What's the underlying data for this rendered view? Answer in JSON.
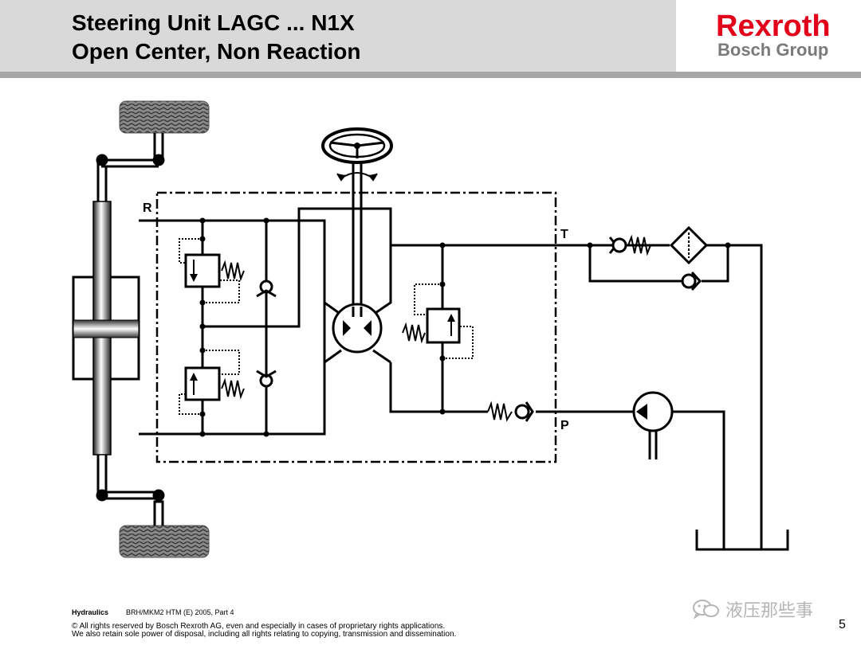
{
  "header": {
    "title_line1": "Steering Unit LAGC ... N1X",
    "title_line2": "Open Center, Non Reaction",
    "brand_name": "Rexroth",
    "brand_sub": "Bosch Group"
  },
  "diagram": {
    "port_r": "R",
    "port_t": "T",
    "port_p": "P"
  },
  "footer": {
    "hydraulics": "Hydraulics",
    "reference": "BRH/MKM2  HTM (E) 2005, Part 4",
    "copyright_line1": "© All rights reserved by Bosch Rexroth AG, even and especially in cases of proprietary rights applications.",
    "copyright_line2": "We also retain sole power of disposal, including all rights relating to copying, transmission and dissemination.",
    "page_number": "5"
  },
  "watermark": {
    "text": "液压那些事",
    "icon": "wechat-icon"
  },
  "colors": {
    "header_bg": "#d9d9d9",
    "header_rule": "#a6a6a6",
    "brand_red": "#e2001a",
    "brand_gray": "#7a7a7a"
  }
}
